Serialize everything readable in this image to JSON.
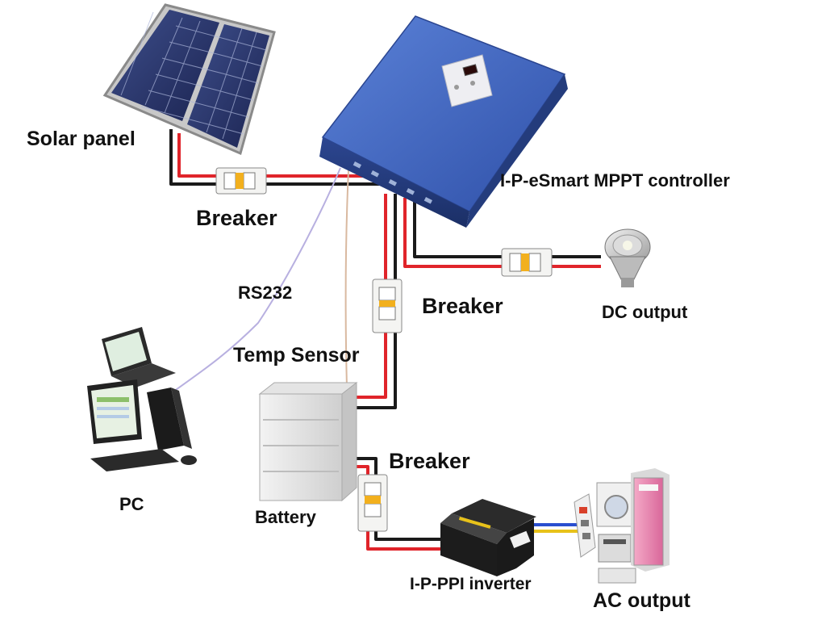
{
  "labels": {
    "solar_panel": "Solar panel",
    "breaker_top": "Breaker",
    "controller": "I-P-eSmart MPPT controller",
    "rs232": "RS232",
    "breaker_mid": "Breaker",
    "dc_output": "DC output",
    "temp_sensor": "Temp Sensor",
    "pc": "PC",
    "battery": "Battery",
    "breaker_bottom": "Breaker",
    "inverter": "I-P-PPI inverter",
    "ac_output": "AC output"
  },
  "colors": {
    "positive_wire": "#e0242a",
    "negative_wire": "#1a1a1a",
    "ac_wire_blue": "#2a4fd0",
    "ac_wire_yellow": "#e8c21a",
    "rs232_cable": "#b8b0e0",
    "temp_sensor_cable": "#d9b9a0",
    "controller_body": "#3f66c4",
    "breaker_body": "#f4f4f2",
    "breaker_accent": "#f2b01e"
  }
}
